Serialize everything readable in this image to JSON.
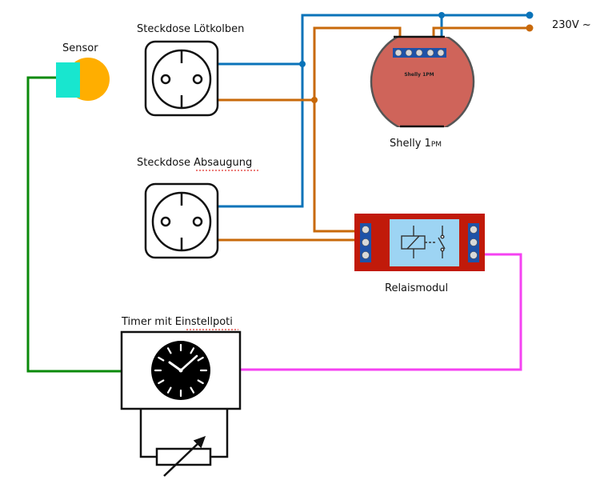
{
  "labels": {
    "sensor": "Sensor",
    "socket_soldering": "Steckdose Lötkolben",
    "socket_extraction": "Steckdose Absaugung",
    "shelly_caption_main": "Shelly 1",
    "shelly_caption_sub": "PM",
    "shelly_inner": "Shelly 1PM",
    "mains": "230V ~",
    "relay": "Relaismodul",
    "timer": "Timer mit Einstellpoti"
  },
  "colors": {
    "neutral_wire": "#0a73b9",
    "phase_wire": "#c8690a",
    "signal_wire": "#f542f2",
    "sensor_wire": "#0a8a0a",
    "sensor_body": "#18e6cf",
    "sensor_head": "#ffae00",
    "shelly_body": "#cf645a",
    "relay_board": "#c11a0a",
    "relay_panel": "#9dd4f3",
    "terminal_blue": "#1e52a8"
  }
}
